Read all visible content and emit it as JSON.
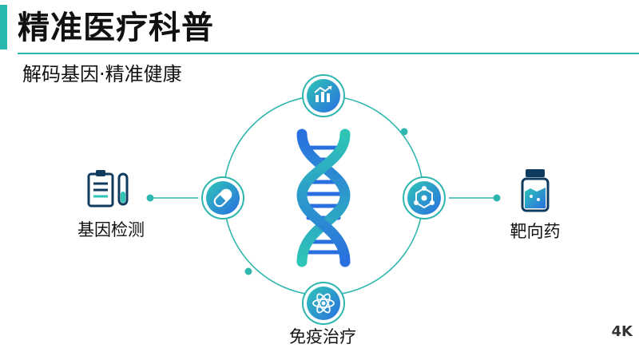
{
  "header": {
    "title": "精准医疗科普",
    "subtitle": "解码基因·精准健康"
  },
  "diagram": {
    "left_item": {
      "label": "基因检测",
      "icon": "clipboard-test-tube-icon"
    },
    "right_item": {
      "label": "靶向药",
      "icon": "medicine-bottle-icon"
    },
    "bottom_item": {
      "label": "免疫治疗",
      "icon": "atom-icon"
    },
    "orbit_nodes": [
      "chart-icon",
      "pill-icon",
      "molecule-icon",
      "atom-icon"
    ],
    "center_icon": "dna-helix-icon"
  },
  "watermark": {
    "text": "4K"
  },
  "colors": {
    "accent": "#27b8b0",
    "icon_gradient_start": "#2ec5b6",
    "icon_gradient_end": "#2a6fe0",
    "dark_icon": "#0f3b5f"
  }
}
